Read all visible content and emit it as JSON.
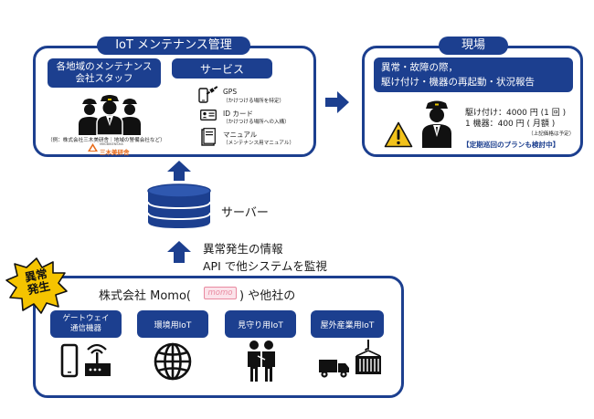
{
  "iot_panel": {
    "title": "IoT メンテナンス管理",
    "staff_box": {
      "line1": "各地域のメンテナンス",
      "line2": "会社スタッフ"
    },
    "staff_example": "（例：株式会社三木美研舎｜地域の警備会社など）",
    "logo": {
      "roman": "MIKIBIKENSHA",
      "name": "三木美研舎"
    },
    "service_title": "サービス",
    "services": [
      {
        "icon": "gps-phone-icon",
        "name": "GPS",
        "note": "（かけつける場所を特定）"
      },
      {
        "icon": "id-card-icon",
        "name": "ID カード",
        "note": "（かけつける場所への入構）"
      },
      {
        "icon": "manual-book-icon",
        "name": "マニュアル",
        "note": "（メンテナンス用マニュアル）"
      }
    ]
  },
  "site_panel": {
    "title": "現場",
    "situation": {
      "line1": "異常・故障の際，",
      "line2": "駆け付け・機器の再起動・状況報告"
    },
    "price1": "駆け付け：4000 円 (1 回 )",
    "price2": "1 機器：400 円 ( 月額 )",
    "price_note": "（上記価格は予定）",
    "patrol_note": "【定期巡回のプランも検討中】"
  },
  "server_label": "サーバー",
  "anomaly_info": {
    "line1": "異常発生の情報",
    "line2": "API で他システムを監視"
  },
  "burst": {
    "line1": "異常",
    "line2": "発生"
  },
  "devices_panel": {
    "title_pre": "株式会社 Momo(",
    "logo_text": "momo",
    "title_post": ") や他社の",
    "categories": [
      {
        "line1": "ゲートウェイ",
        "line2": "通信機器",
        "icon": "gateway-icon"
      },
      {
        "line1": "環境用IoT",
        "line2": "",
        "icon": "globe-icon"
      },
      {
        "line1": "見守り用IoT",
        "line2": "",
        "icon": "people-icon"
      },
      {
        "line1": "屋外産業用IoT",
        "line2": "",
        "icon": "industrial-icon"
      }
    ]
  },
  "colors": {
    "primary": "#1c3f8f",
    "burst": "#f5c400",
    "warning": "#f2c21b",
    "logo_pink": "#e98aa0"
  }
}
